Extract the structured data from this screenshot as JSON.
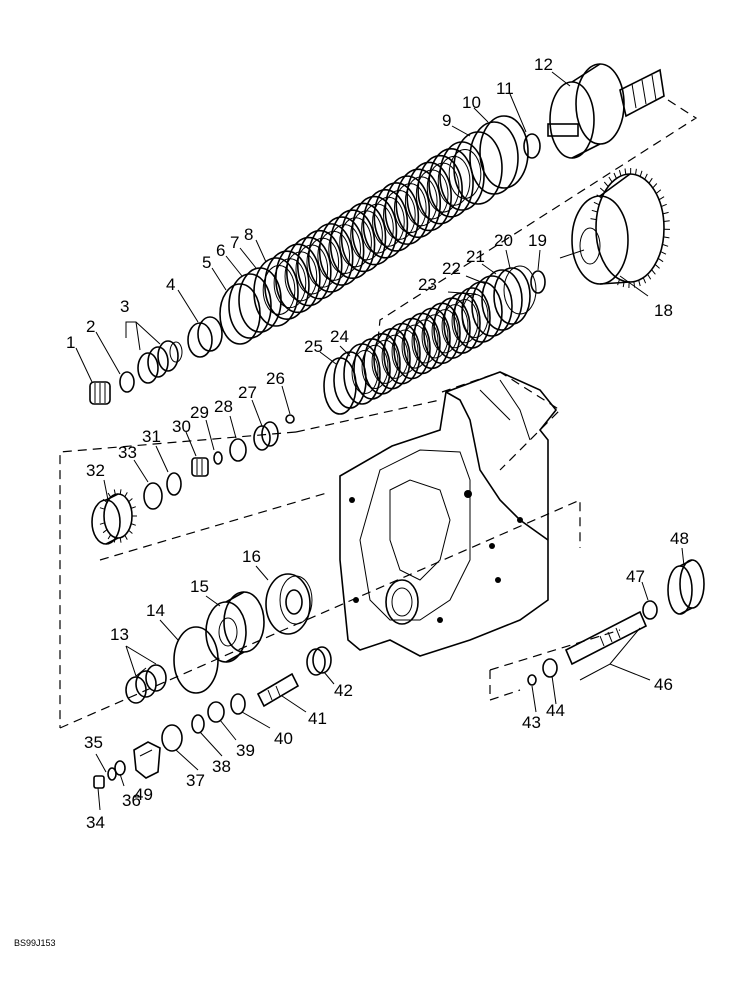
{
  "drawing_code": "BS99J153",
  "callouts": [
    "1",
    "2",
    "3",
    "4",
    "5",
    "6",
    "7",
    "8",
    "9",
    "10",
    "11",
    "12",
    "13",
    "14",
    "15",
    "16",
    "18",
    "19",
    "20",
    "21",
    "22",
    "23",
    "24",
    "25",
    "26",
    "27",
    "28",
    "29",
    "30",
    "31",
    "32",
    "33",
    "34",
    "35",
    "36",
    "37",
    "38",
    "39",
    "40",
    "41",
    "42",
    "43",
    "44",
    "46",
    "47",
    "48",
    "49"
  ]
}
